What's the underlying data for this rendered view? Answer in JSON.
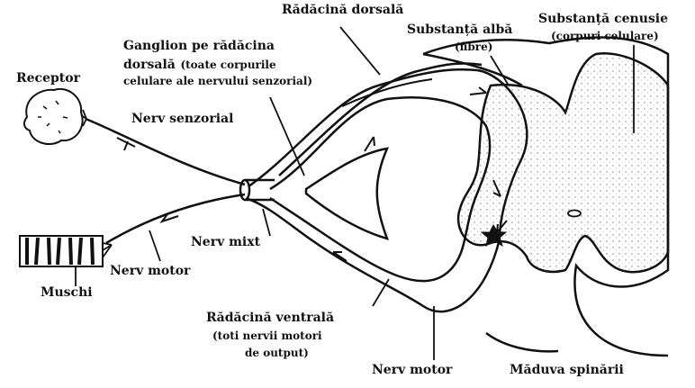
{
  "labels": {
    "dorsal_root": "Rădăcină dorsală",
    "white_matter": "Substanță albă",
    "white_matter_sub": "(fibre)",
    "grey_matter": "Substanță cenusie",
    "grey_matter_sub": "(corpuri celulare)",
    "ganglion_line1": "Ganglion pe rădăcina",
    "ganglion_line2_a": "dorsală",
    "ganglion_line2_b": "(toate corpurile",
    "ganglion_line3": "celulare ale nervului senzorial)",
    "receptor": "Receptor",
    "sensory_nerve": "Nerv senzorial",
    "mixed_nerve": "Nerv mixt",
    "muscle": "Muschi",
    "motor_nerve_left": "Nerv motor",
    "ventral_root": "Rădăcină ventrală",
    "ventral_root_sub1": "(toti nervii motori",
    "ventral_root_sub2": "de output)",
    "motor_nerve_bottom": "Nerv motor",
    "spinal_cord": "Măduva spinării"
  }
}
